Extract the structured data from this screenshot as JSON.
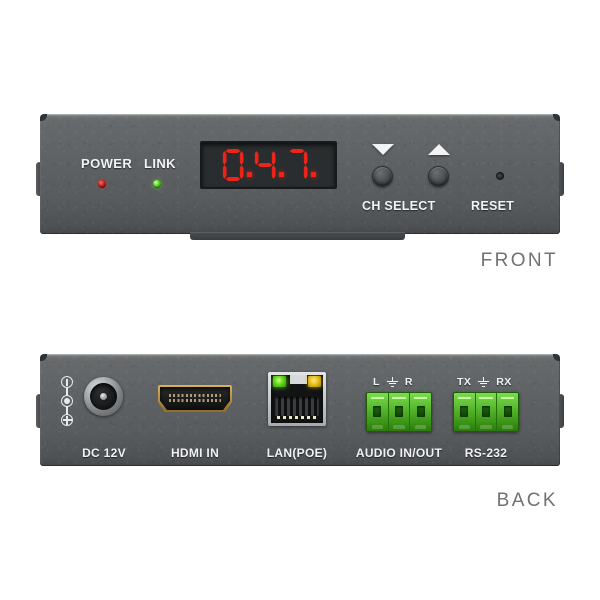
{
  "product": {
    "views": [
      {
        "id": "front",
        "caption": "FRONT"
      },
      {
        "id": "back",
        "caption": "BACK"
      }
    ]
  },
  "front_panel": {
    "indicators": [
      {
        "name": "power",
        "label": "POWER",
        "led_color": "#c21f18",
        "state": "on"
      },
      {
        "name": "link",
        "label": "LINK",
        "led_color": "#57d321",
        "state": "on"
      }
    ],
    "display": {
      "name": "seven-segment-display",
      "value": "0.4.7.",
      "digits": [
        "0",
        "4",
        "7"
      ],
      "decimal_points": [
        true,
        true,
        true
      ],
      "segment_color": "#ef2418",
      "background_color": "#2a2d2f"
    },
    "controls": [
      {
        "name": "channel-down-button",
        "glyph": "down-arrow",
        "caption_group": "CH SELECT"
      },
      {
        "name": "channel-up-button",
        "glyph": "up-arrow",
        "caption_group": "CH SELECT"
      },
      {
        "name": "reset-pinhole",
        "glyph": "pinhole",
        "caption_group": "RESET"
      }
    ],
    "captions": [
      {
        "name": "ch-select-caption",
        "text": "CH SELECT"
      },
      {
        "name": "reset-caption",
        "text": "RESET"
      }
    ]
  },
  "back_panel": {
    "ports": [
      {
        "name": "dc-power-jack",
        "caption": "DC 12V",
        "type": "barrel-jack",
        "polarity_marking": "center-positive"
      },
      {
        "name": "hdmi-input-port",
        "caption": "HDMI IN",
        "type": "hdmi-type-a",
        "finish": "gold-plated"
      },
      {
        "name": "lan-poe-port",
        "caption": "LAN(POE)",
        "type": "rj45",
        "leds": [
          {
            "position": "left",
            "color": "#63d619"
          },
          {
            "position": "right",
            "color": "#e8c01a"
          }
        ]
      },
      {
        "name": "audio-terminal-block",
        "caption": "AUDIO IN/OUT",
        "type": "3-pin-phoenix",
        "pin_labels": [
          "L",
          "ground",
          "R"
        ],
        "color": "#46b516"
      },
      {
        "name": "rs232-terminal-block",
        "caption": "RS-232",
        "type": "3-pin-phoenix",
        "pin_labels": [
          "TX",
          "ground",
          "RX"
        ],
        "color": "#46b516"
      }
    ]
  },
  "theme": {
    "chassis_color": "#5e6164",
    "label_color": "#f2f3f4",
    "caption_color": "#6f7173",
    "page_background": "#ffffff"
  }
}
